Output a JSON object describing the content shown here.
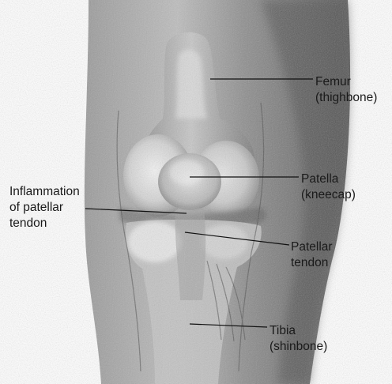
{
  "diagram": {
    "labels": {
      "femur": {
        "line1": "Femur",
        "line2": "(thighbone)"
      },
      "patella": {
        "line1": "Patella",
        "line2": "(kneecap)"
      },
      "inflammation": {
        "line1": "Inflammation",
        "line2": "of patellar",
        "line3": "tendon"
      },
      "patellar_tendon": {
        "line1": "Patellar",
        "line2": "tendon"
      },
      "tibia": {
        "line1": "Tibia",
        "line2": "(shinbone)"
      }
    }
  }
}
